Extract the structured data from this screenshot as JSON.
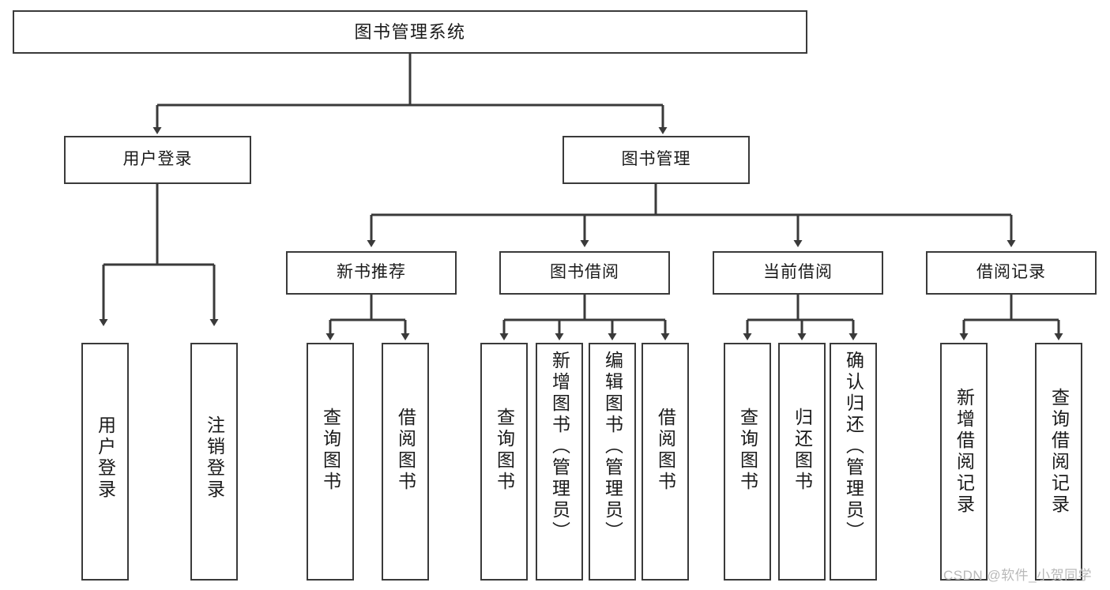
{
  "diagram": {
    "title": "图书管理系统",
    "watermark": "CSDN @软件_小贺同学",
    "colors": {
      "background": "#ffffff",
      "stroke": "#3a3a3a",
      "text": "#1a1a1a",
      "watermark": "#b9b9b9"
    },
    "root": {
      "label": "图书管理系统"
    },
    "branches": [
      {
        "label": "用户登录"
      },
      {
        "label": "图书管理"
      }
    ],
    "categories": [
      {
        "label": "新书推荐"
      },
      {
        "label": "图书借阅"
      },
      {
        "label": "当前借阅"
      },
      {
        "label": "借阅记录"
      }
    ],
    "leaves": {
      "user_login": [
        {
          "label": "用户登录"
        },
        {
          "label": "注销登录"
        }
      ],
      "new_book_recommend": [
        {
          "label": "查询图书"
        },
        {
          "label": "借阅图书"
        }
      ],
      "book_borrow": [
        {
          "label": "查询图书"
        },
        {
          "label": "新增图书（管理员）"
        },
        {
          "label": "编辑图书（管理员）"
        },
        {
          "label": "借阅图书"
        }
      ],
      "current_borrow": [
        {
          "label": "查询图书"
        },
        {
          "label": "归还图书"
        },
        {
          "label": "确认归还（管理员）"
        }
      ],
      "borrow_record": [
        {
          "label": "新增借阅记录"
        },
        {
          "label": "查询借阅记录"
        }
      ]
    }
  }
}
